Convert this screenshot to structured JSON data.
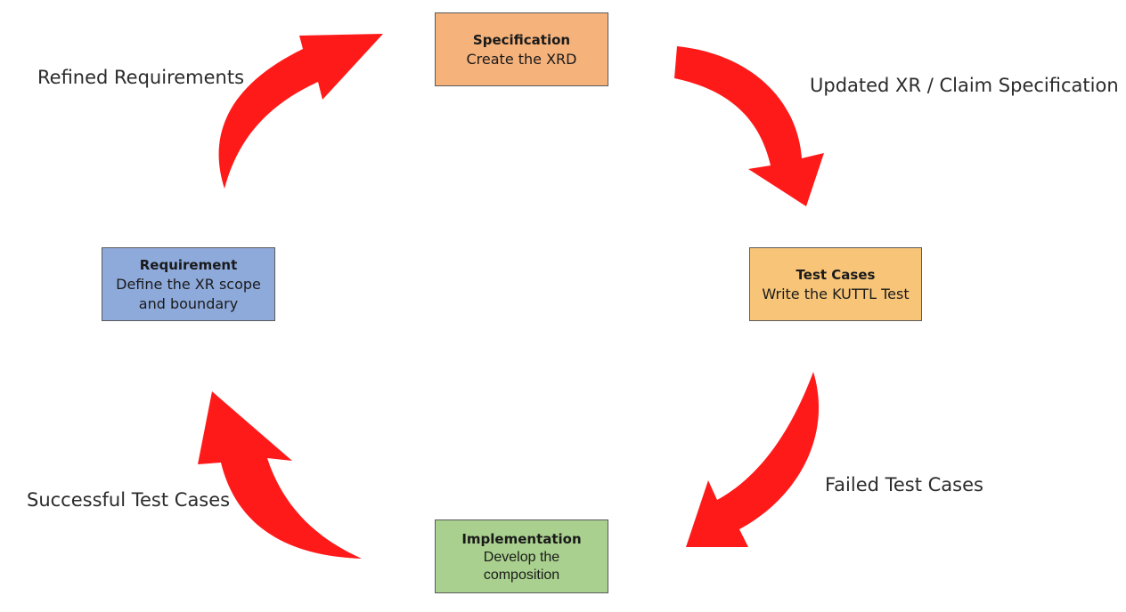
{
  "diagram": {
    "nodes": {
      "specification": {
        "title": "Specification",
        "desc": "Create the XRD",
        "color": "#f5b27b"
      },
      "test_cases": {
        "title": "Test Cases",
        "desc": "Write the KUTTL Test",
        "color": "#f8c578"
      },
      "requirement": {
        "title": "Requirement",
        "desc_line1": "Define the XR scope",
        "desc_line2": "and boundary",
        "color": "#8eaadb"
      },
      "implementation": {
        "title": "Implementation",
        "desc_line1": "Develop the",
        "desc_line2": "composition",
        "color": "#a9d08e"
      }
    },
    "edges": {
      "refined": "Refined Requirements",
      "updated": "Updated XR / Claim Specification",
      "failed": "Failed Test Cases",
      "successful": "Successful Test Cases"
    },
    "arrow_color": "#ff1a1a"
  }
}
